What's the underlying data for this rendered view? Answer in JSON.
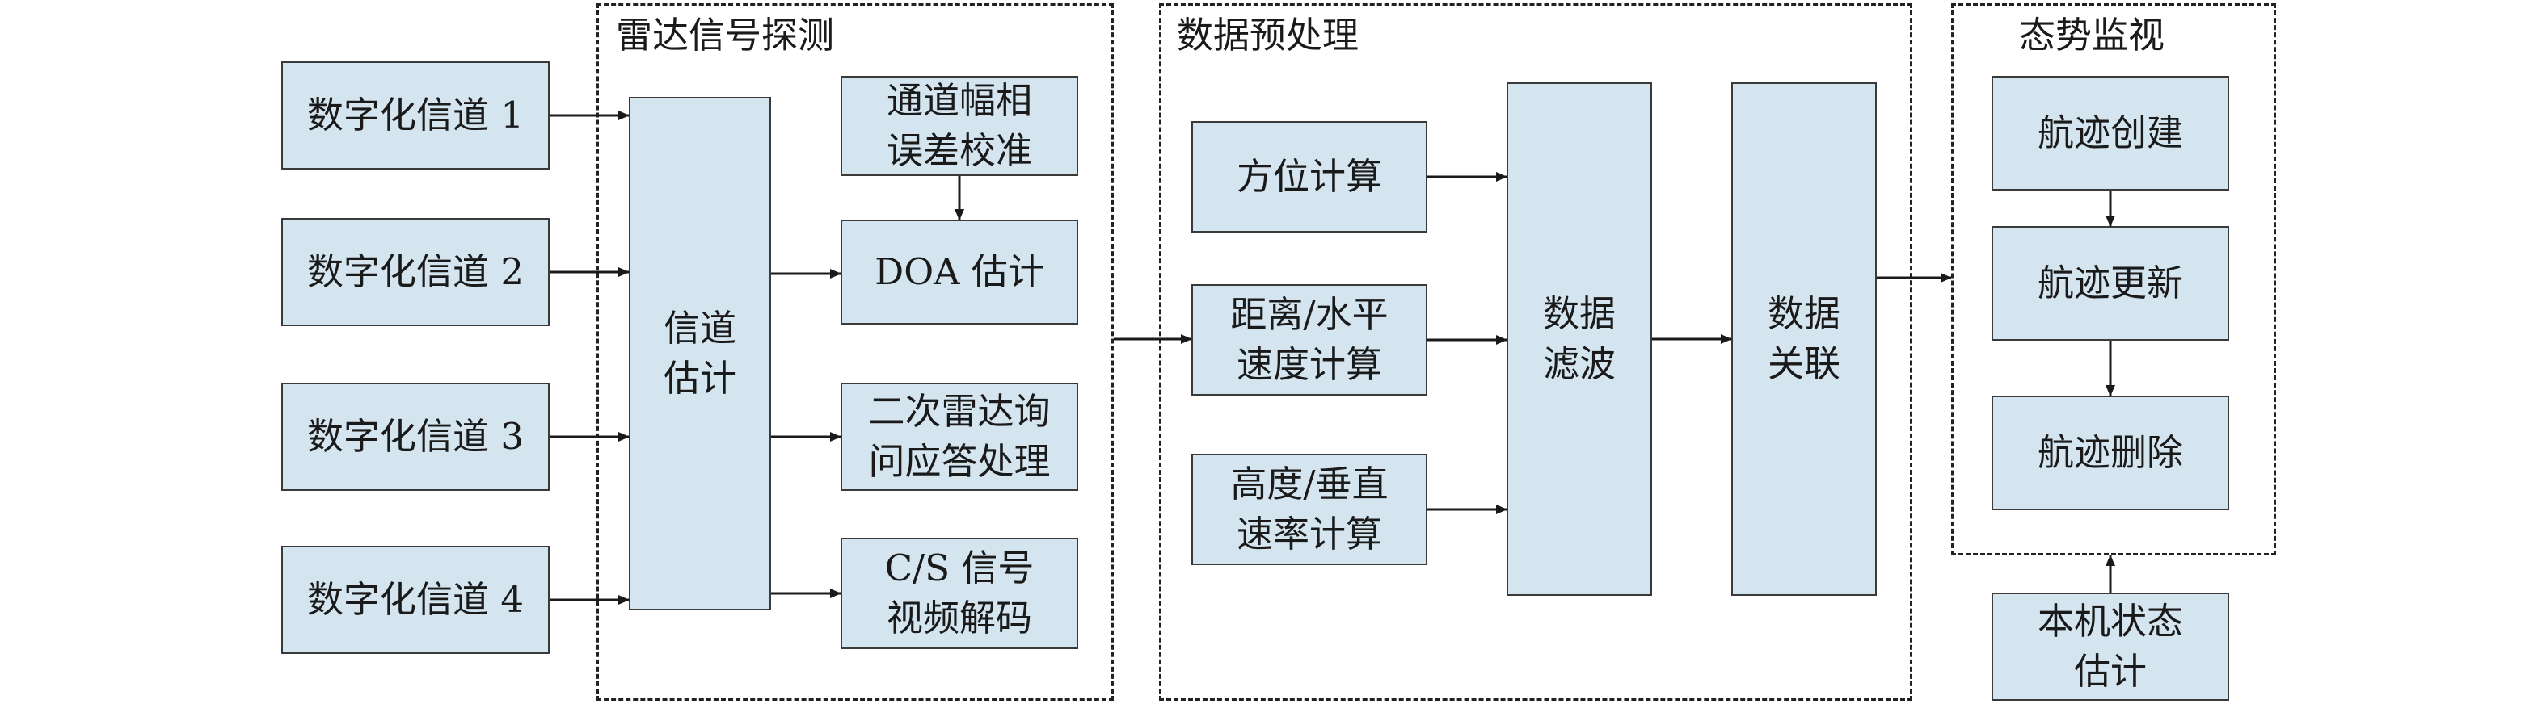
{
  "groups": {
    "radar_detection": "雷达信号探测",
    "data_preprocessing": "数据预处理",
    "situation_monitoring": "态势监视"
  },
  "nodes": {
    "channel_1": "数字化信道 1",
    "channel_2": "数字化信道 2",
    "channel_3": "数字化信道 3",
    "channel_4": "数字化信道 4",
    "channel_estimation": "信道\n估计",
    "calibration": "通道幅相\n误差校准",
    "doa_estimation": "DOA 估计",
    "secondary_radar": "二次雷达询\n问应答处理",
    "cs_decoding": "C/S 信号\n视频解码",
    "azimuth_calc": "方位计算",
    "distance_calc": "距离/水平\n速度计算",
    "altitude_calc": "高度/垂直\n速率计算",
    "data_filtering": "数据\n滤波",
    "data_association": "数据\n关联",
    "track_create": "航迹创建",
    "track_update": "航迹更新",
    "track_delete": "航迹删除",
    "ownship_state": "本机状态\n估计"
  },
  "colors": {
    "box_fill": "#d4e5f0",
    "box_border": "#3a3a3a",
    "line": "#1a1a1a"
  }
}
